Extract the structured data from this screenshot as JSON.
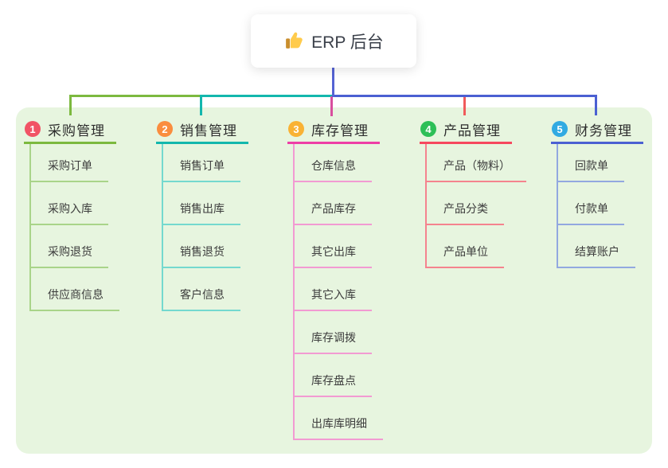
{
  "root": {
    "label": "ERP 后台",
    "icon": "thumbs-up-icon",
    "connector_color": "#5563d4"
  },
  "panel": {
    "bg_color": "#e7f5df"
  },
  "branches": [
    {
      "num": "1",
      "title": "采购管理",
      "badge_color": "#f15365",
      "line_color": "#7cb93f",
      "drop_color": "#7cb93f",
      "child_line_color": "#a9d489",
      "children": [
        "采购订单",
        "采购入库",
        "采购退货",
        "供应商信息"
      ]
    },
    {
      "num": "2",
      "title": "销售管理",
      "badge_color": "#fa8d3e",
      "line_color": "#13b7ad",
      "drop_color": "#13b7ad",
      "child_line_color": "#74d9cf",
      "children": [
        "销售订单",
        "销售出库",
        "销售退货",
        "客户信息"
      ]
    },
    {
      "num": "3",
      "title": "库存管理",
      "badge_color": "#f9b234",
      "line_color": "#ee3fa6",
      "drop_color": "#d84f9e",
      "child_line_color": "#f29ad2",
      "children": [
        "仓库信息",
        "产品库存",
        "其它出库",
        "其它入库",
        "库存调拨",
        "库存盘点",
        "出库库明细"
      ]
    },
    {
      "num": "4",
      "title": "产品管理",
      "badge_color": "#2dbf57",
      "line_color": "#f6485e",
      "drop_color": "#f05b5b",
      "child_line_color": "#f5838e",
      "children": [
        "产品（物料）",
        "产品分类",
        "产品单位"
      ]
    },
    {
      "num": "5",
      "title": "财务管理",
      "badge_color": "#31aae2",
      "line_color": "#4b60d2",
      "drop_color": "#4b60d2",
      "child_line_color": "#92a8e0",
      "children": [
        "回款单",
        "付款单",
        "结算账户"
      ]
    }
  ]
}
